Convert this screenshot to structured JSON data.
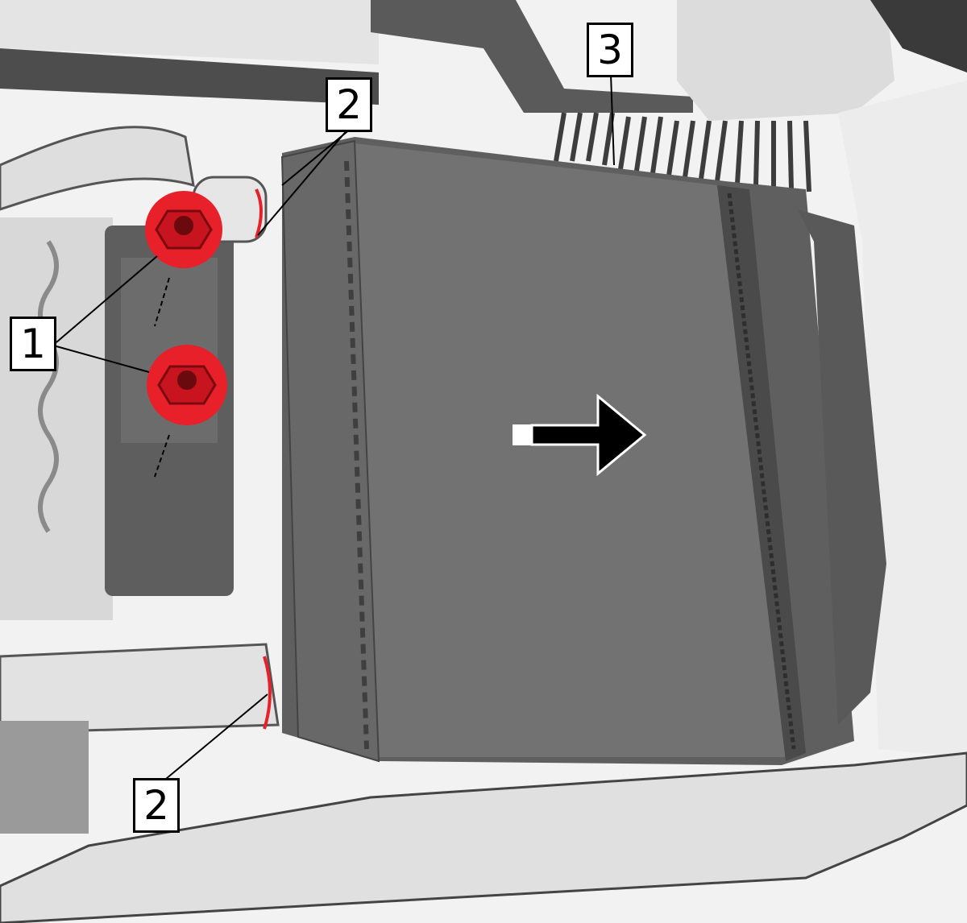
{
  "callouts": {
    "fasteners": "1",
    "hose_connection_upper": "2",
    "hose_connection_lower": "2",
    "cooler": "3"
  },
  "colors": {
    "background": "#ffffff",
    "component_light": "#e6e6e6",
    "component_mid": "#9b9b9b",
    "component_dark": "#5c5c5c",
    "cooler_face": "#727272",
    "highlight_red": "#e8202a",
    "outline": "#000000"
  },
  "icons": {
    "direction_arrow": "arrow-right-icon",
    "nut": "hex-nut-icon"
  }
}
